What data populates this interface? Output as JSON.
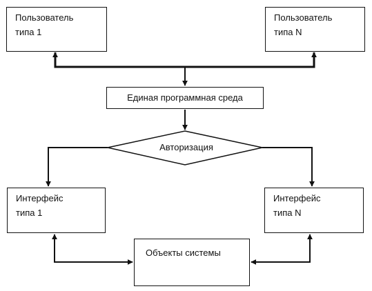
{
  "colors": {
    "stroke": "#111111",
    "background": "#ffffff"
  },
  "nodes": {
    "user_type_1": {
      "text": "Пользователь\nтипа 1"
    },
    "user_type_n": {
      "text": "Пользователь\nтипа  N"
    },
    "unified_env": {
      "text": "Единая программная среда"
    },
    "authorization": {
      "text": "Авторизация"
    },
    "interface_type_1": {
      "text": "Интерфейс\nтипа 1"
    },
    "interface_type_n": {
      "text": "Интерфейс\nтипа N"
    },
    "system_objects": {
      "text": "Объекты системы"
    }
  }
}
